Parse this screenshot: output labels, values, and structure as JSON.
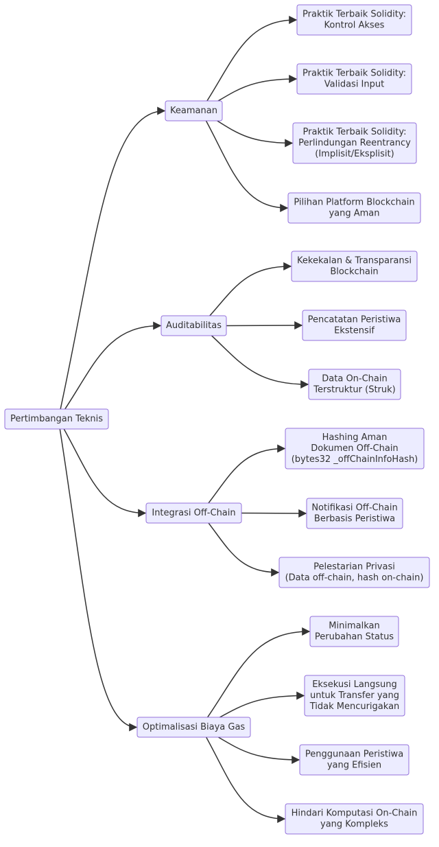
{
  "colors": {
    "node_fill": "#ececff",
    "node_stroke": "#9370db",
    "edge": "#333333",
    "text": "#333333"
  },
  "root": {
    "lines": [
      "Pertimbangan Teknis"
    ]
  },
  "categories": [
    {
      "id": "keamanan",
      "lines": [
        "Keamanan"
      ],
      "children": [
        {
          "id": "kontrol-akses",
          "lines": [
            "Praktik Terbaik Solidity:",
            "Kontrol Akses"
          ]
        },
        {
          "id": "validasi-input",
          "lines": [
            "Praktik Terbaik Solidity:",
            "Validasi Input"
          ]
        },
        {
          "id": "reentrancy",
          "lines": [
            "Praktik Terbaik Solidity:",
            "Perlindungan Reentrancy",
            "(Implisit/Eksplisit)"
          ]
        },
        {
          "id": "platform",
          "lines": [
            "Pilihan Platform Blockchain",
            "yang Aman"
          ]
        }
      ]
    },
    {
      "id": "auditabilitas",
      "lines": [
        "Auditabilitas"
      ],
      "children": [
        {
          "id": "kekekalan",
          "lines": [
            "Kekekalan & Transparansi",
            "Blockchain"
          ]
        },
        {
          "id": "pencatatan",
          "lines": [
            "Pencatatan Peristiwa",
            "Ekstensif"
          ]
        },
        {
          "id": "data-onchain",
          "lines": [
            "Data On-Chain",
            "Terstruktur (Struk)"
          ]
        }
      ]
    },
    {
      "id": "integrasi",
      "lines": [
        "Integrasi Off-Chain"
      ],
      "children": [
        {
          "id": "hashing",
          "lines": [
            "Hashing Aman",
            "Dokumen Off-Chain",
            "(bytes32 _offChainInfoHash)"
          ]
        },
        {
          "id": "notifikasi",
          "lines": [
            "Notifikasi Off-Chain",
            "Berbasis Peristiwa"
          ]
        },
        {
          "id": "privasi",
          "lines": [
            "Pelestarian Privasi",
            "(Data off-chain, hash on-chain)"
          ]
        }
      ]
    },
    {
      "id": "gas",
      "lines": [
        "Optimalisasi Biaya Gas"
      ],
      "children": [
        {
          "id": "minimalkan",
          "lines": [
            "Minimalkan",
            "Perubahan Status"
          ]
        },
        {
          "id": "eksekusi",
          "lines": [
            "Eksekusi Langsung",
            "untuk Transfer yang",
            "Tidak Mencurigakan"
          ]
        },
        {
          "id": "penggunaan",
          "lines": [
            "Penggunaan Peristiwa",
            "yang Efisien"
          ]
        },
        {
          "id": "hindari",
          "lines": [
            "Hindari Komputasi On-Chain",
            "yang Kompleks"
          ]
        }
      ]
    }
  ]
}
